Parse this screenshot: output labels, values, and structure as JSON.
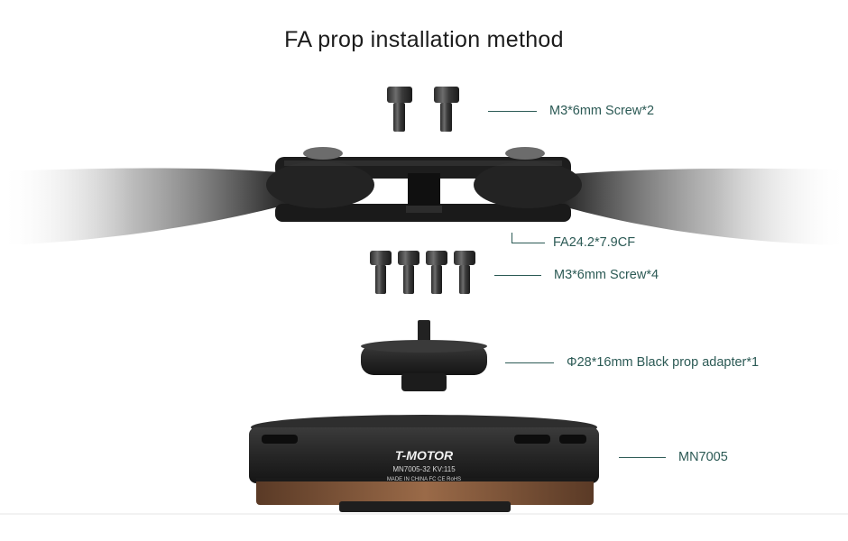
{
  "title": "FA prop installation method",
  "brand": {
    "logo_text": "T-MOTOR",
    "model_line": "MN7005-32  KV:115",
    "cert_line": "MADE IN CHINA  FC CE RoHS"
  },
  "parts": [
    {
      "id": "top-screws",
      "label": "M3*6mm Screw*2"
    },
    {
      "id": "propeller",
      "label": "FA24.2*7.9CF"
    },
    {
      "id": "mid-screws",
      "label": "M3*6mm Screw*4"
    },
    {
      "id": "adapter",
      "label": "Φ28*16mm Black prop adapter*1"
    },
    {
      "id": "motor",
      "label": "MN7005"
    }
  ],
  "colors": {
    "accent": "#2c5a55",
    "part_dark": "#1f1f1f",
    "copper": "#8a5a3c"
  }
}
